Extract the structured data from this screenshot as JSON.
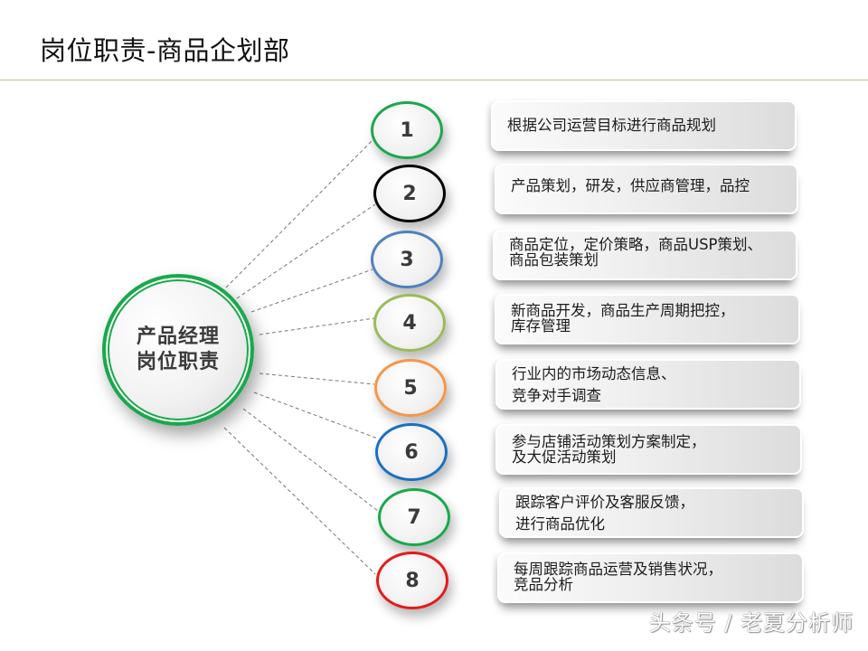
{
  "header": {
    "title": "岗位职责-商品企划部"
  },
  "hub": {
    "line1": "产品经理",
    "line2": "岗位职责",
    "border_color": "#1aa84c"
  },
  "items": [
    {
      "number": "1",
      "color": "#1aa84c",
      "lines": [
        "根据公司运营目标进行商品规划"
      ]
    },
    {
      "number": "2",
      "color": "#000000",
      "lines": [
        "产品策划，研发，供应商管理，品控"
      ]
    },
    {
      "number": "3",
      "color": "#4f81bd",
      "lines": [
        "商品定位，定价策略，商品USP策划、",
        "商品包装策划"
      ]
    },
    {
      "number": "4",
      "color": "#9bbb59",
      "lines": [
        "新商品开发，商品生产周期把控，",
        "库存管理"
      ]
    },
    {
      "number": "5",
      "color": "#f79646",
      "lines": [
        "行业内的市场动态信息、",
        "竞争对手调查"
      ]
    },
    {
      "number": "6",
      "color": "#1a6fc0",
      "lines": [
        "参与店铺活动策划方案制定，",
        "及大促活动策划"
      ]
    },
    {
      "number": "7",
      "color": "#1aa84c",
      "lines": [
        "跟踪客户评价及客服反馈，",
        "进行商品优化"
      ]
    },
    {
      "number": "8",
      "color": "#e31b1b",
      "lines": [
        "每周跟踪商品运营及销售状况，",
        "竞品分析"
      ]
    }
  ],
  "watermark": "头条号 / 老夏分析师"
}
